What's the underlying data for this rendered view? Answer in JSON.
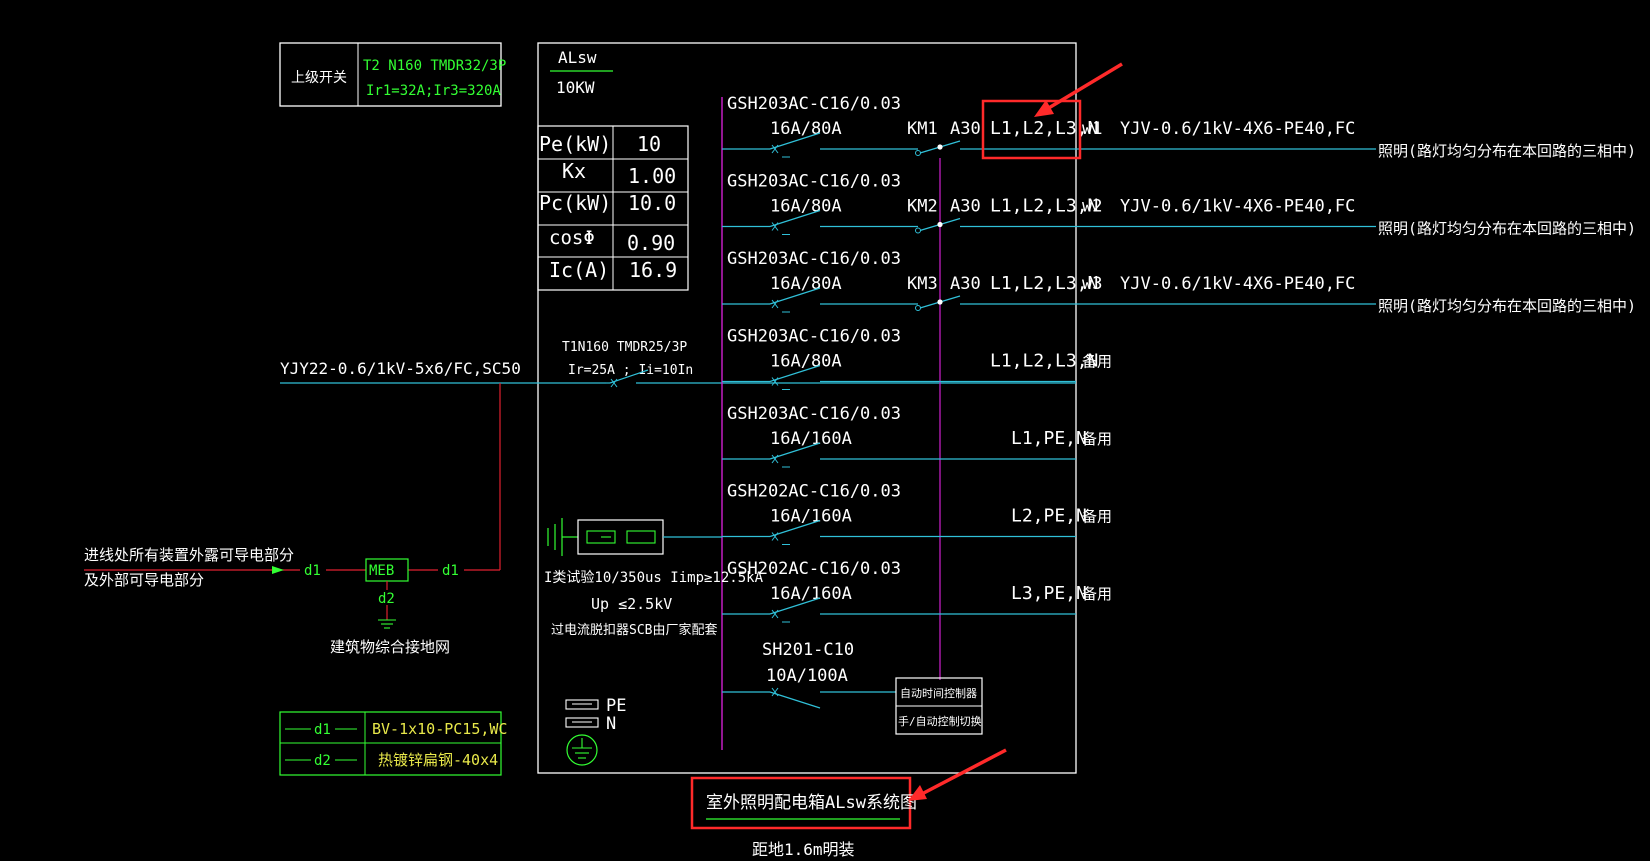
{
  "upper_switch": {
    "label": "上级开关",
    "model": "T2 N160 TMDR32/3P",
    "setting": "Ir1=32A;Ir3=320A"
  },
  "panel": {
    "name": "ALsw",
    "power": "10KW"
  },
  "load_table": [
    {
      "param": "Pe(kW)",
      "value": "10"
    },
    {
      "param": "Kx",
      "value": "1.00"
    },
    {
      "param": "Pc(kW)",
      "value": "10.0"
    },
    {
      "param": "cosΦ",
      "value": "0.90"
    },
    {
      "param": "Ic(A)",
      "value": "16.9"
    }
  ],
  "incoming": {
    "cable": "YJY22-0.6/1kV-5x6/FC,SC50",
    "breaker_model": "T1N160 TMDR25/3P",
    "breaker_setting": "Ir=25A ; Ii=10In"
  },
  "grounding": {
    "line1": "进线处所有装置外露可导电部分",
    "line2": "及外部可导电部分",
    "meb": "MEB",
    "d1": "d1",
    "d2": "d2",
    "grid_label": "建筑物综合接地网"
  },
  "spd": {
    "line1": "I类试验10/350us Iimp≥12.5kA",
    "line2": "Up ≤2.5kV",
    "line3": "过电流脱扣器SCB由厂家配套"
  },
  "circuits": [
    {
      "breaker": "GSH203AC-C16/0.03",
      "rating": "16A/80A",
      "contactor": "KM1",
      "contactor_rating": "A30",
      "phases": "L1,L2,L3,N",
      "id": "w1",
      "cable": "YJV-0.6/1kV-4X6-PE40,FC",
      "load": "照明(路灯均匀分布在本回路的三相中)"
    },
    {
      "breaker": "GSH203AC-C16/0.03",
      "rating": "16A/80A",
      "contactor": "KM2",
      "contactor_rating": "A30",
      "phases": "L1,L2,L3,N",
      "id": "w2",
      "cable": "YJV-0.6/1kV-4X6-PE40,FC",
      "load": "照明(路灯均匀分布在本回路的三相中)"
    },
    {
      "breaker": "GSH203AC-C16/0.03",
      "rating": "16A/80A",
      "contactor": "KM3",
      "contactor_rating": "A30",
      "phases": "L1,L2,L3,N",
      "id": "w3",
      "cable": "YJV-0.6/1kV-4X6-PE40,FC",
      "load": "照明(路灯均匀分布在本回路的三相中)"
    },
    {
      "breaker": "GSH203AC-C16/0.03",
      "rating": "16A/80A",
      "contactor": "",
      "contactor_rating": "",
      "phases": "L1,L2,L3,N",
      "id": "备用",
      "cable": "",
      "load": ""
    },
    {
      "breaker": "GSH203AC-C16/0.03",
      "rating": "16A/160A",
      "contactor": "",
      "contactor_rating": "",
      "phases": "L1,PE,N",
      "id": "备用",
      "cable": "",
      "load": ""
    },
    {
      "breaker": "GSH202AC-C16/0.03",
      "rating": "16A/160A",
      "contactor": "",
      "contactor_rating": "",
      "phases": "L2,PE,N",
      "id": "备用",
      "cable": "",
      "load": ""
    },
    {
      "breaker": "GSH202AC-C16/0.03",
      "rating": "16A/160A",
      "contactor": "",
      "contactor_rating": "",
      "phases": "L3,PE,N",
      "id": "备用",
      "cable": "",
      "load": ""
    }
  ],
  "control_circuit": {
    "breaker": "SH201-C10",
    "rating": "10A/100A",
    "box_line1": "自动时间控制器",
    "box_line2": "手/自动控制切换"
  },
  "bus": {
    "pe": "PE",
    "n": "N"
  },
  "legend": [
    {
      "code": "d1",
      "spec": "BV-1x10-PC15,WC"
    },
    {
      "code": "d2",
      "spec": "热镀锌扁钢-40x4"
    }
  ],
  "title": "室外照明配电箱ALsw系统图",
  "mounting": "距地1.6m明装",
  "colors": {
    "cyan": "#30c0d8",
    "green": "#33ff33",
    "magenta": "#d020d0",
    "red": "#e02030",
    "white": "#ffffff",
    "yellow": "#e8e84a",
    "highlight": "#ff2a2a"
  }
}
